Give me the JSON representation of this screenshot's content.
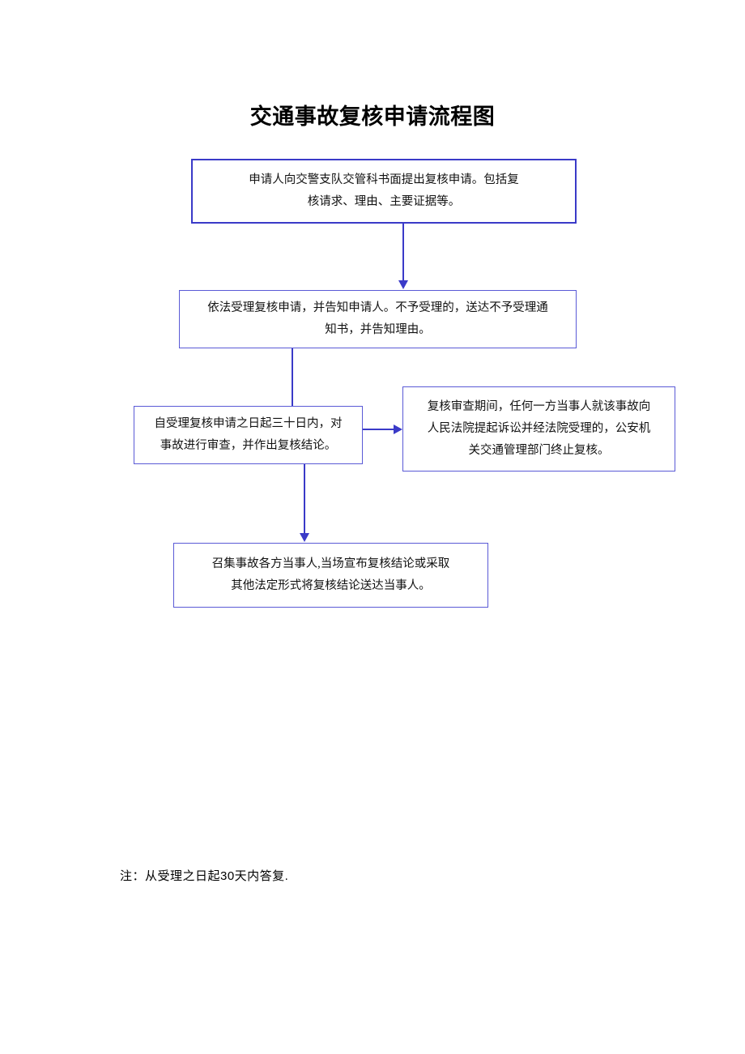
{
  "document": {
    "title": "交通事故复核申请流程图",
    "note": "注：从受理之日起30天内答复."
  },
  "diagram": {
    "type": "flowchart",
    "accent_color": "#3a3ac8",
    "node_border_color": "#5a5ad6",
    "background": "#ffffff",
    "nodes": [
      {
        "id": "node-1",
        "text": "申请人向交警支队交管科书面提出复核申请。包括复\n核请求、理由、主要证据等。"
      },
      {
        "id": "node-2",
        "text": "依法受理复核申请，并告知申请人。不予受理的，送达不予受理通\n知书，并告知理由。"
      },
      {
        "id": "node-3",
        "text": "自受理复核申请之日起三十日内，对\n事故进行审查，并作出复核结论。"
      },
      {
        "id": "node-4",
        "text": "复核审查期间，任何一方当事人就该事故向\n人民法院提起诉讼并经法院受理的，公安机\n关交通管理部门终止复核。"
      },
      {
        "id": "node-5",
        "text": "召集事故各方当事人,当场宣布复核结论或采取\n其他法定形式将复核结论送达当事人。"
      }
    ],
    "edges": [
      {
        "from": "node-1",
        "to": "node-2",
        "direction": "down"
      },
      {
        "from": "node-2",
        "to": "node-3",
        "direction": "down"
      },
      {
        "from": "node-3",
        "to": "node-4",
        "direction": "right"
      },
      {
        "from": "node-3",
        "to": "node-5",
        "direction": "down"
      }
    ]
  }
}
